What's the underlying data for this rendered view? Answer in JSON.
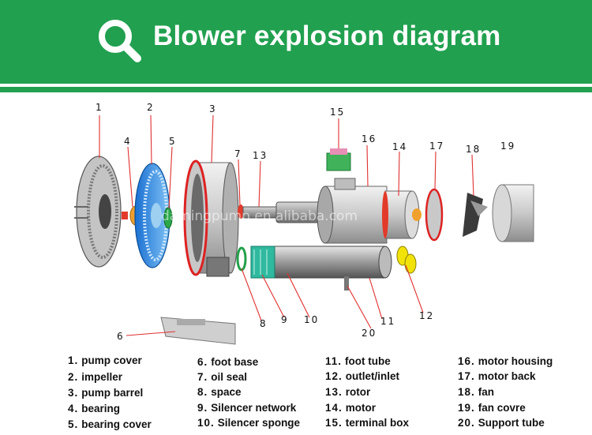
{
  "header": {
    "title": "Blower explosion diagram",
    "icon": "search-icon",
    "color": "#21a04f"
  },
  "callouts": [
    "1",
    "2",
    "3",
    "4",
    "5",
    "6",
    "7",
    "8",
    "9",
    "10",
    "11",
    "12",
    "13",
    "14",
    "15",
    "16",
    "17",
    "18",
    "19",
    "20"
  ],
  "watermark": "damingpump.en.alibaba.com",
  "legend": [
    {
      "num": "1.",
      "label": "pump cover"
    },
    {
      "num": "2.",
      "label": "impeller"
    },
    {
      "num": "3.",
      "label": "pump barrel"
    },
    {
      "num": "4.",
      "label": "bearing"
    },
    {
      "num": "5.",
      "label": "bearing cover"
    },
    {
      "num": "6.",
      "label": "foot base"
    },
    {
      "num": "7.",
      "label": "oil seal"
    },
    {
      "num": "8.",
      "label": "space"
    },
    {
      "num": "9.",
      "label": "Silencer network"
    },
    {
      "num": "10.",
      "label": "Silencer sponge"
    },
    {
      "num": "11.",
      "label": "foot tube"
    },
    {
      "num": "12.",
      "label": "outlet/inlet"
    },
    {
      "num": "13.",
      "label": "rotor"
    },
    {
      "num": "14.",
      "label": "motor"
    },
    {
      "num": "15.",
      "label": "terminal box"
    },
    {
      "num": "16.",
      "label": "motor housing"
    },
    {
      "num": "17.",
      "label": "motor back"
    },
    {
      "num": "18.",
      "label": "fan"
    },
    {
      "num": "19.",
      "label": "fan covre"
    },
    {
      "num": "20.",
      "label": "Support tube"
    }
  ]
}
